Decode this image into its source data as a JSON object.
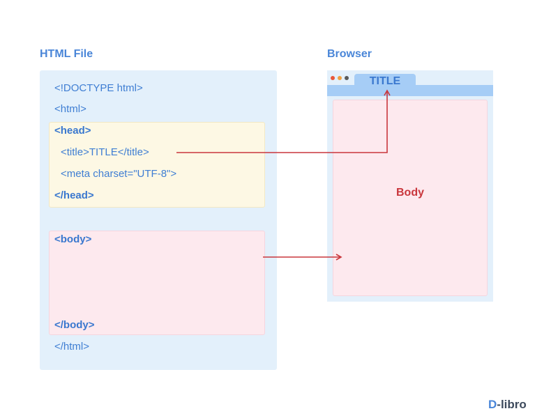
{
  "headings": {
    "html_file": "HTML File",
    "browser": "Browser"
  },
  "code": {
    "doctype": "<!DOCTYPE html>",
    "html_open": "<html>",
    "head_open": "<head>",
    "title_line": "<title>TITLE</title>",
    "meta_line": "<meta charset=\"UTF-8\">",
    "head_close": "</head>",
    "body_open": "<body>",
    "body_close": "</body>",
    "html_close": "</html>"
  },
  "browser": {
    "tab_title": "TITLE",
    "body_label": "Body"
  },
  "logo": {
    "mark": "D",
    "text": "-libro"
  },
  "colors": {
    "heading_blue": "#4a86d8",
    "code_blue": "#3f7ed3",
    "panel_blue": "#e3f0fb",
    "tab_blue": "#a6cdf6",
    "head_yellow": "#fdf8e4",
    "body_pink": "#fde9ee",
    "arrow_red": "#c9363c",
    "dot_red": "#e8583a",
    "dot_orange": "#f0a040",
    "dot_gray": "#5a5a5a"
  }
}
